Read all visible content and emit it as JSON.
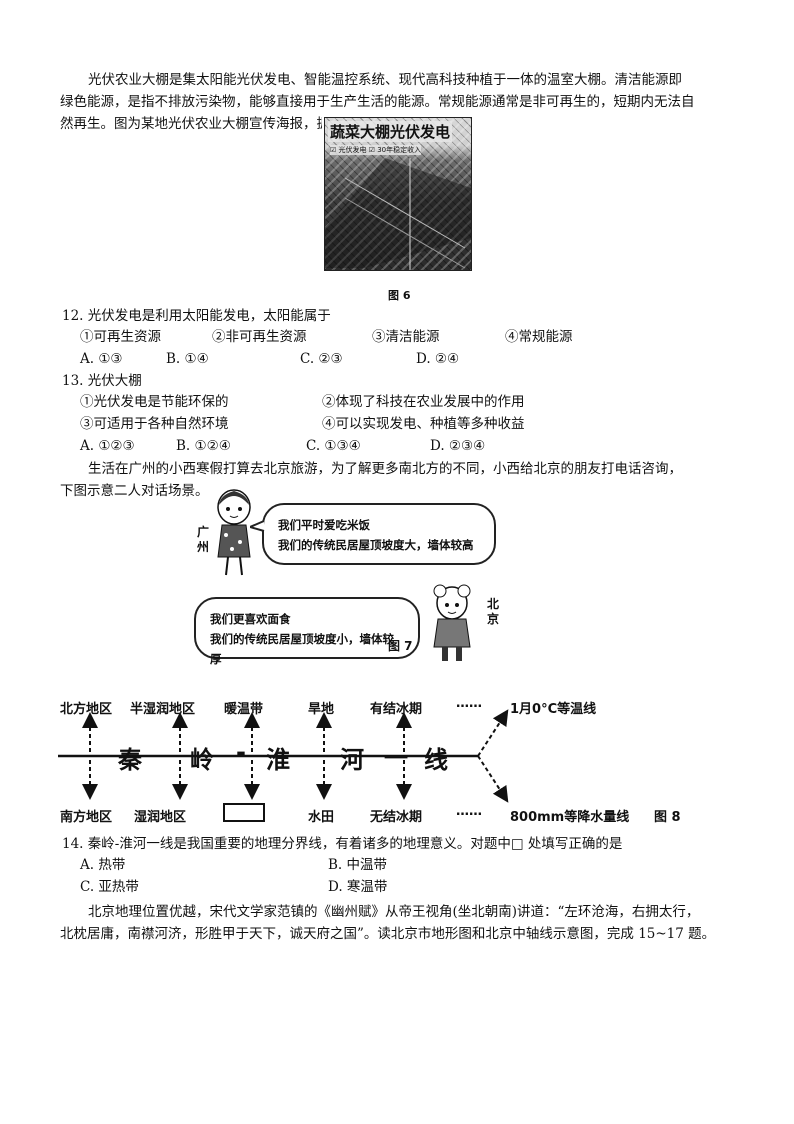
{
  "intro1": {
    "l1": "光伏农业大棚是集太阳能光伏发电、智能温控系统、现代高科技种植于一体的温室大棚。清洁能源即",
    "l2": "绿色能源，是指不排放污染物，能够直接用于生产生活的能源。常规能源通常是非可再生的，短期内无法自",
    "l3": "然再生。图为某地光伏农业大棚宣传海报，据资料完成 12-13 题。"
  },
  "figure6": {
    "title": "蔬菜大棚光伏发电",
    "subtitle": "☑ 光伏发电 ☑ 30年稳定收入",
    "caption": "图 6"
  },
  "q12": {
    "stem": "12. 光伏发电是利用太阳能发电，太阳能属于",
    "items": [
      "①可再生资源",
      "②非可再生资源",
      "③清洁能源",
      "④常规能源"
    ],
    "options": [
      "A. ①③",
      "B. ①④",
      "C. ②③",
      "D. ②④"
    ]
  },
  "q13": {
    "stem": "13. 光伏大棚",
    "items": [
      "①光伏发电是节能环保的",
      "②体现了科技在农业发展中的作用",
      "③可适用于各种自然环境",
      "④可以实现发电、种植等多种收益"
    ],
    "options": [
      "A. ①②③",
      "B. ①②④",
      "C. ①③④",
      "D. ②③④"
    ]
  },
  "intro2": {
    "l1": "生活在广州的小西寒假打算去北京旅游，为了解更多南北方的不同，小西给北京的朋友打电话咨询，",
    "l2": "下图示意二人对话场景。"
  },
  "figure7": {
    "guangzhou_label": "广州",
    "beijing_label": "北京",
    "bubble1": [
      "我们平时爱吃米饭",
      "我们的传统民居屋顶坡度大，墙体较高"
    ],
    "bubble2": [
      "我们更喜欢面食",
      "我们的传统民居屋顶坡度小，墙体较厚"
    ],
    "caption": "图 7"
  },
  "figure8": {
    "top": [
      "北方地区",
      "半湿润地区",
      "暖温带",
      "旱地",
      "有结冰期",
      "1月0°C等温线"
    ],
    "bottom": [
      "南方地区",
      "湿润地区",
      "",
      "水田",
      "无结冰期",
      "800mm等降水量线"
    ],
    "center": [
      "秦",
      "岭",
      "-",
      "淮",
      "河",
      "一",
      "线"
    ],
    "dots": "……",
    "caption": "图 8"
  },
  "q14": {
    "stem": "14. 秦岭-淮河一线是我国重要的地理分界线，有着诸多的地理意义。对题中□ 处填写正确的是",
    "options": [
      "A. 热带",
      "B. 中温带",
      "C. 亚热带",
      "D. 寒温带"
    ]
  },
  "intro3": {
    "l1": "北京地理位置优越，宋代文学家范镇的《幽州赋》从帝王视角(坐北朝南)讲道：“左环沧海，右拥太行，",
    "l2": "北枕居庸，南襟河济，形胜甲于天下，诚天府之国”。读北京市地形图和北京中轴线示意图，完成 15~17 题。"
  }
}
